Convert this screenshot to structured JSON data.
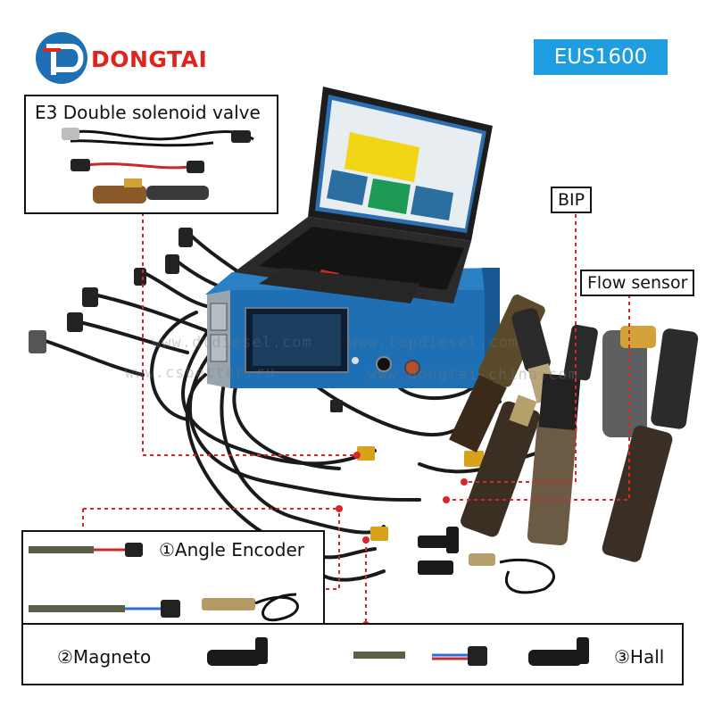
{
  "brand": {
    "name": "DONGTAI",
    "model": "EUS1600"
  },
  "laptop": {
    "screen_title": "EUS1600 EUI/EUP Test System"
  },
  "callouts": {
    "e3": "E3 Double solenoid valve",
    "bip": "BIP",
    "flow": "Flow sensor",
    "angle": "①Angle Encoder",
    "magneto": "②Magneto",
    "hall": "③Hall"
  },
  "watermarks": [
    "www.dtdiesel.com",
    "www.topdiesel.com",
    "www.csbetter.ru",
    "www.dongtai-china.com"
  ],
  "colors": {
    "brand_red": "#e0241b",
    "badge_blue": "#1e9ee0",
    "device_blue": "#1f6fb4",
    "callout_dash": "#d9262b"
  },
  "icons": [
    "dongtai-logo-icon"
  ]
}
